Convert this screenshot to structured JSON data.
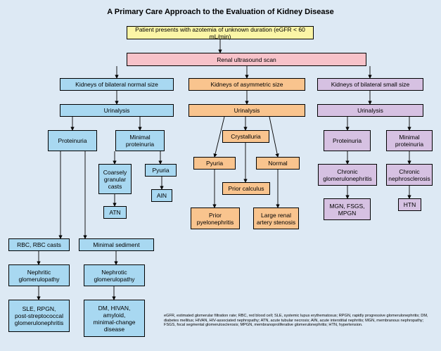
{
  "title": "A Primary Care Approach to the Evaluation of Kidney Disease",
  "nodes": {
    "start": "Patient presents with azotemia of unknown duration (eGFR < 60 mL/min)",
    "ultrasound": "Renal ultrasound scan",
    "normal_size": "Kidneys of bilateral normal size",
    "asymmetric_size": "Kidneys of asymmetric size",
    "small_size": "Kidneys of bilateral small size",
    "urinalysis_left": "Urinalysis",
    "urinalysis_mid": "Urinalysis",
    "urinalysis_right": "Urinalysis",
    "proteinuria_left": "Proteinuria",
    "minimal_proteinuria_left": "Minimal\nproteinuria",
    "coarsely_granular": "Coarsely\ngranular\ncasts",
    "pyuria_left": "Pyuria",
    "atn": "ATN",
    "ain": "AIN",
    "rbc_casts": "RBC, RBC casts",
    "minimal_sediment": "Minimal sediment",
    "nephritic": "Nephritic\nglomerulopathy",
    "nephrotic": "Nephrotic\nglomerulopathy",
    "nephritic_causes": "SLE, RPGN,\npost-streptococcal\nglomerulonephritis",
    "nephrotic_causes": "DM, HIVAN,\namyloid,\nminimal-change\ndisease",
    "crystalluria": "Crystalluria",
    "pyuria_mid": "Pyuria",
    "normal_mid": "Normal",
    "prior_calculus": "Prior calculus",
    "prior_pyelo": "Prior\npyelonephritis",
    "renal_artery": "Large renal\nartery stenosis",
    "proteinuria_right": "Proteinuria",
    "minimal_proteinuria_right": "Minimal\nproteinuria",
    "chronic_gn": "Chronic\nglomerulonephritis",
    "chronic_ns": "Chronic\nnephrosclerosis",
    "mgn": "MGN, FSGS,\nMPGN",
    "htn": "HTN"
  },
  "legend": "eGFR, estimated glomerular filtration rate; RBC, red blood cell; SLE, systemic lupus erythematosus; RPGN, rapidly progressive glomerulonephritis; DM, diabetes mellitus; HIVAN, HIV-associated nephropathy; ATN, acute tubular necrosis; AIN, acute interstitial nephritis; MGN, membranous nephropathy; FSGS, focal segmental glomerulosclerosis; MPGN, membranoproliferative glomerulonephritis; HTN, hypertension.",
  "colors": {
    "background": "#dde9f4",
    "yellow": "#fbf5a6",
    "pink": "#f7c2c9",
    "blue": "#a8d8f1",
    "orange": "#f9c48e",
    "purple": "#d6c1e2"
  }
}
